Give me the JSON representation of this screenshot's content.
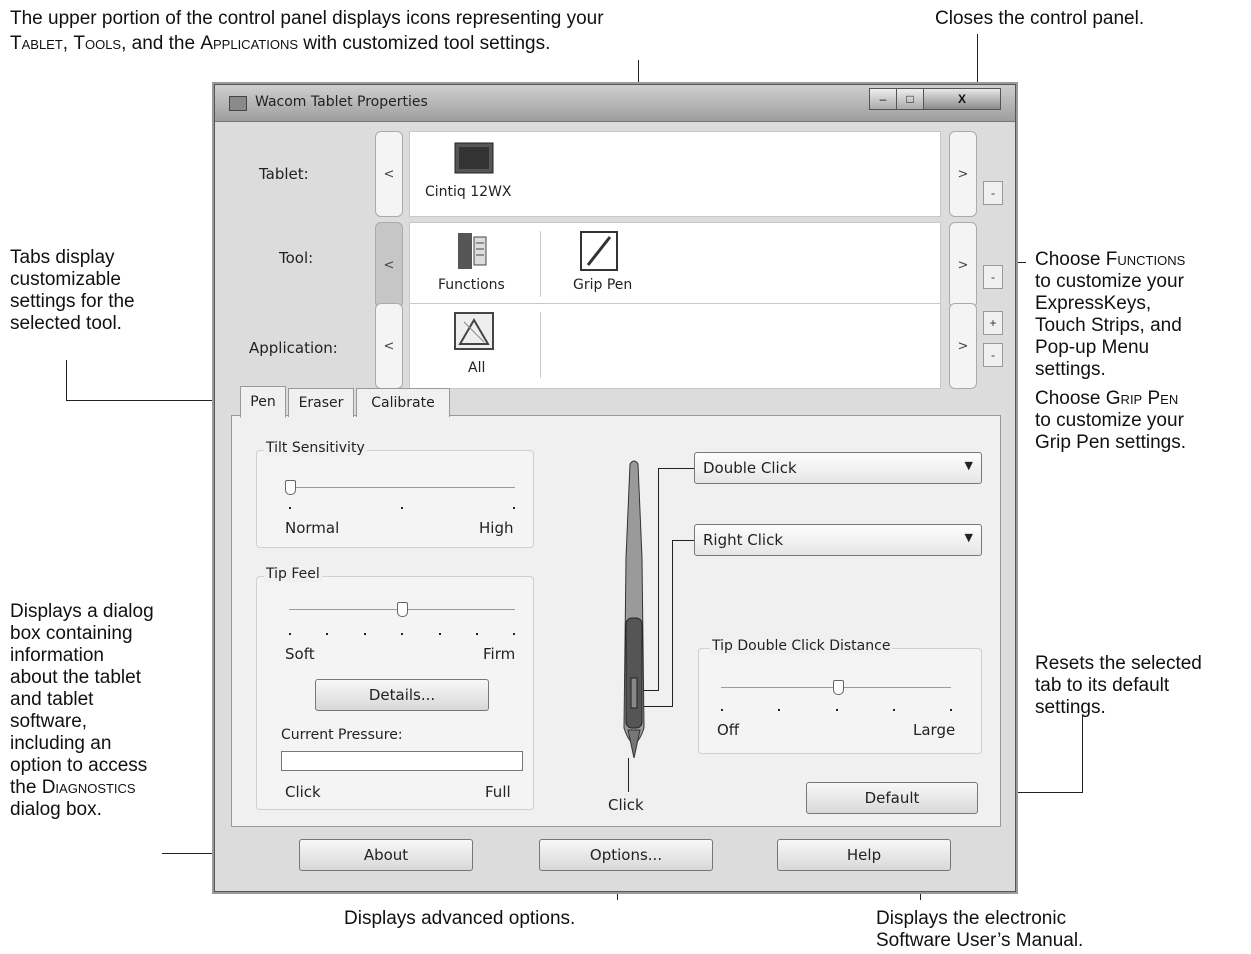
{
  "annotations": {
    "top_left_line1": "The upper portion of the control panel displays icons representing your",
    "top_left_line2_parts": [
      "Tablet",
      ", ",
      "Tools",
      ", and the ",
      "Applications",
      " with customized tool settings."
    ],
    "top_right": "Closes the control panel.",
    "left_tabs": [
      "Tabs display",
      "customizable",
      "settings for the",
      "selected tool."
    ],
    "right_functions_parts": [
      "Choose ",
      "Functions",
      "to customize your",
      "ExpressKeys,",
      "Touch Strips,  and",
      "Pop-up Menu",
      "settings."
    ],
    "right_grippen_parts": [
      "Choose ",
      "Grip Pen",
      "to customize your",
      "Grip Pen settings."
    ],
    "left_about_lines": [
      "Displays a dialog",
      "box containing",
      "information",
      "about the tablet",
      "and tablet",
      "software,",
      "including an",
      "option to access",
      "the "
    ],
    "left_about_sc": "Diagnostics",
    "left_about_last": "dialog box.",
    "right_default": [
      "Resets the selected",
      "tab to its default",
      "settings."
    ],
    "bottom_options": "Displays advanced options.",
    "bottom_help": [
      "Displays the electronic",
      "Software User’s Manual."
    ]
  },
  "window": {
    "title": "Wacom Tablet Properties",
    "caption_buttons": [
      "–",
      "□",
      "X"
    ],
    "rows": {
      "tablet_label": "Tablet:",
      "tool_label": "Tool:",
      "application_label": "Application:"
    },
    "tablet_item": "Cintiq 12WX",
    "tool_items": [
      "Functions",
      "Grip Pen"
    ],
    "application_item": "All",
    "arrow_left": "<",
    "arrow_right": ">",
    "plus": "+",
    "minus": "-"
  },
  "tabs": [
    "Pen",
    "Eraser",
    "Calibrate"
  ],
  "pen_tab": {
    "tilt": {
      "title": "Tilt Sensitivity",
      "low": "Normal",
      "high": "High",
      "value_fraction": 0.0
    },
    "tip_feel": {
      "title": "Tip Feel",
      "low": "Soft",
      "high": "Firm",
      "value_fraction": 0.5
    },
    "details_button": "Details...",
    "current_pressure": {
      "label": "Current Pressure:",
      "low": "Click",
      "high": "Full"
    },
    "pen_tip_label": "Click",
    "upper_button": "Double Click",
    "lower_button": "Right Click",
    "double_click_distance": {
      "title": "Tip Double Click Distance",
      "low": "Off",
      "high": "Large",
      "value_fraction": 0.5
    },
    "default_button": "Default"
  },
  "bottom_buttons": {
    "about": "About",
    "options": "Options...",
    "help": "Help"
  }
}
